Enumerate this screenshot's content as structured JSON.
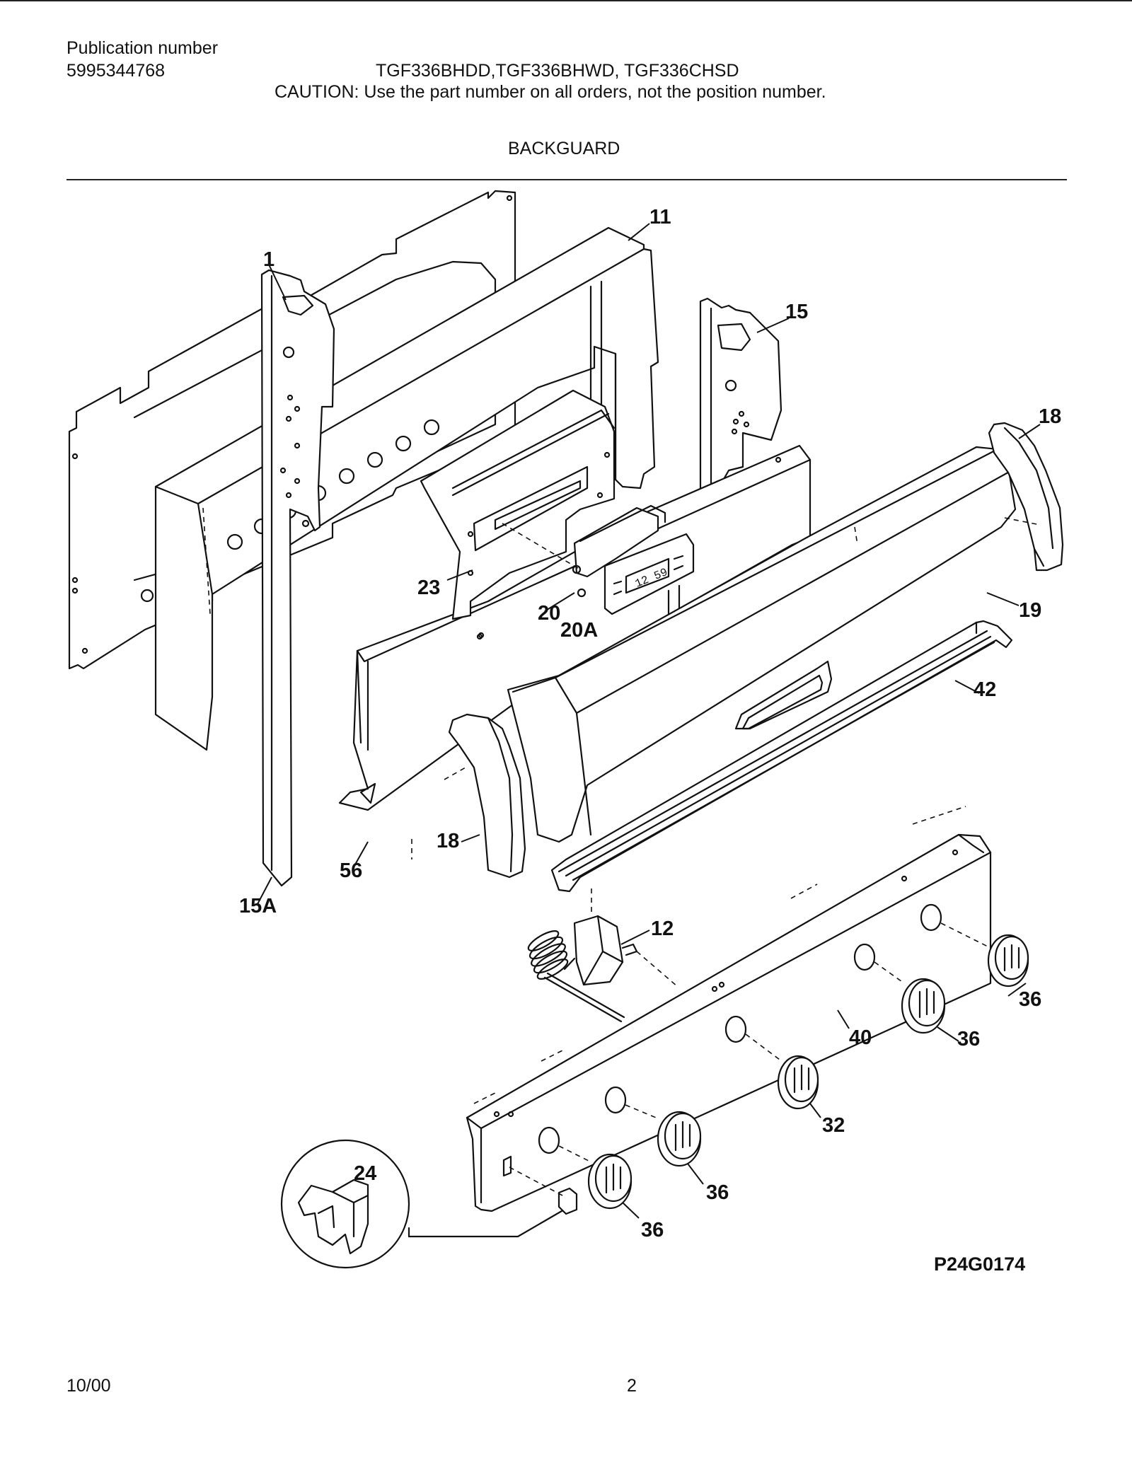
{
  "header": {
    "publication_label": "Publication number",
    "publication_number": "5995344768",
    "models": "TGF336BHDD,TGF336BHWD, TGF336CHSD",
    "caution": "CAUTION:  Use the part number on all orders, not the position number."
  },
  "section_title": "BACKGUARD",
  "diagram": {
    "code": "P24G0174",
    "display_text": "12 59",
    "callouts": {
      "c1": "1",
      "c11": "11",
      "c15": "15",
      "c18a": "18",
      "c18b": "18",
      "c19": "19",
      "c20": "20",
      "c20a": "20A",
      "c23": "23",
      "c42": "42",
      "c56": "56",
      "c15a": "15A",
      "c12": "12",
      "c24": "24",
      "c40": "40",
      "c36a": "36",
      "c36b": "36",
      "c36c": "36",
      "c36d": "36",
      "c32": "32"
    }
  },
  "footer": {
    "date": "10/00",
    "page_number": "2"
  }
}
